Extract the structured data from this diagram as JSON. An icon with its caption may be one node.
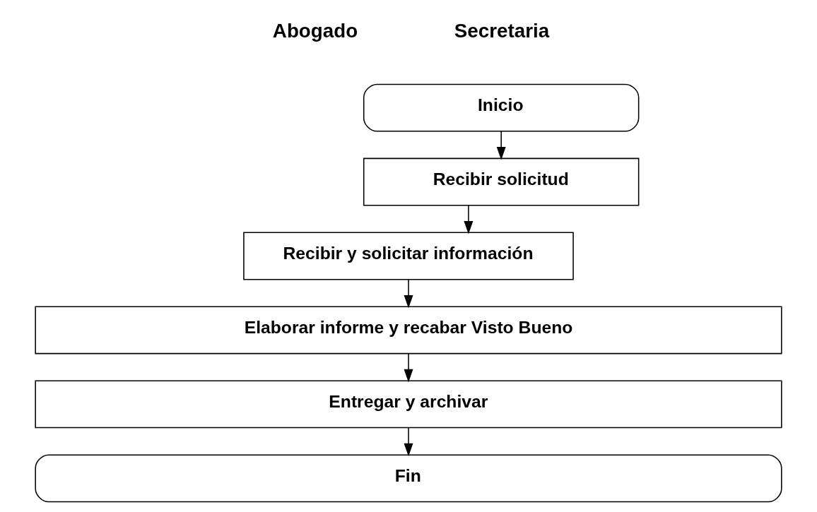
{
  "diagram": {
    "nodes": [
      {
        "text": [
          "Inicio"
        ]
      },
      {
        "text": [
          "Recibir solicitud"
        ]
      },
      {
        "text": [
          "Recibir y solicitar información"
        ]
      },
      {
        "text": [
          "Elaborar informe y recabar Visto Bueno"
        ]
      },
      {
        "text": [
          "Entregar y archivar"
        ]
      },
      {
        "text": [
          "Fin"
        ]
      }
    ],
    "edges": [
      {
        "from": 0,
        "to": 1,
        "arrow": "to"
      },
      {
        "from": 1,
        "to": 2,
        "arrow": "to"
      },
      {
        "from": 2,
        "to": 3,
        "arrow": "to"
      },
      {
        "from": 3,
        "to": 4,
        "arrow": "to"
      },
      {
        "from": 4,
        "to": 5,
        "arrow": "to"
      }
    ],
    "labels": [
      "Secretaria",
      "Abogado"
    ]
  }
}
